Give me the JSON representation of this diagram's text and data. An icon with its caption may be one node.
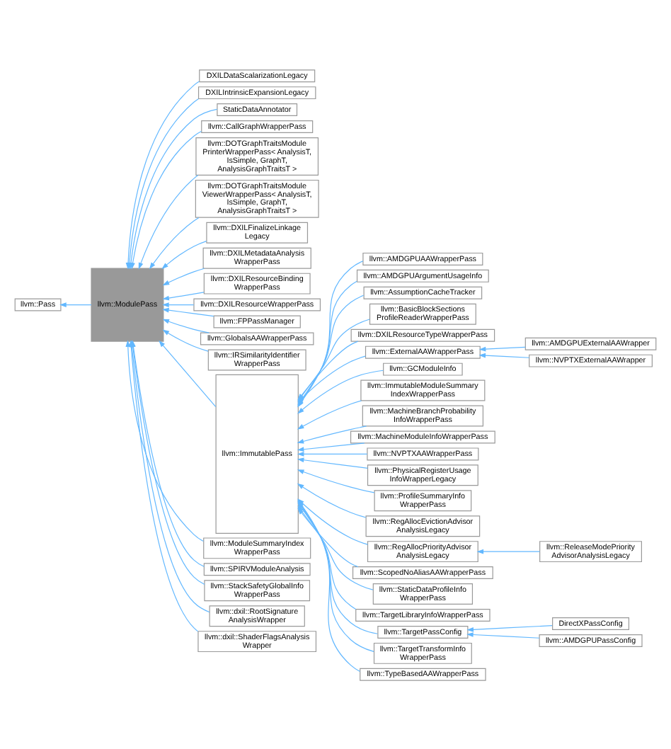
{
  "diagram": {
    "nodes": [
      {
        "text": [
          "llvm::Pass"
        ]
      },
      {
        "text": [
          "llvm::ModulePass"
        ]
      },
      {
        "text": [
          "DXILDataScalarizationLegacy"
        ]
      },
      {
        "text": [
          "DXILIntrinsicExpansionLegacy"
        ]
      },
      {
        "text": [
          "StaticDataAnnotator"
        ]
      },
      {
        "text": [
          "llvm::CallGraphWrapperPass"
        ]
      },
      {
        "text": [
          "llvm::DOTGraphTraitsModule PrinterWrapperPass< AnalysisT, IsSimple, GraphT, AnalysisGraphTraitsT >"
        ]
      },
      {
        "text": [
          "llvm::DOTGraphTraitsModule ViewerWrapperPass< AnalysisT, IsSimple, GraphT, AnalysisGraphTraitsT >"
        ]
      },
      {
        "text": [
          "llvm::DXILFinalizeLinkage Legacy"
        ]
      },
      {
        "text": [
          "llvm::DXILMetadataAnalysis WrapperPass"
        ]
      },
      {
        "text": [
          "llvm::DXILResourceBinding WrapperPass"
        ]
      },
      {
        "text": [
          "llvm::DXILResourceWrapperPass"
        ]
      },
      {
        "text": [
          "llvm::FPPassManager"
        ]
      },
      {
        "text": [
          "llvm::GlobalsAAWrapperPass"
        ]
      },
      {
        "text": [
          "llvm::IRSimilarityIdentifier WrapperPass"
        ]
      },
      {
        "text": [
          "llvm::ImmutablePass"
        ]
      },
      {
        "text": [
          "llvm::ModuleSummaryIndex WrapperPass"
        ]
      },
      {
        "text": [
          "llvm::SPIRVModuleAnalysis"
        ]
      },
      {
        "text": [
          "llvm::StackSafetyGlobalInfo WrapperPass"
        ]
      },
      {
        "text": [
          "llvm::dxil::RootSignature AnalysisWrapper"
        ]
      },
      {
        "text": [
          "llvm::dxil::ShaderFlagsAnalysis Wrapper"
        ]
      },
      {
        "text": [
          "llvm::AMDGPUAAWrapperPass"
        ]
      },
      {
        "text": [
          "llvm::AMDGPUArgumentUsageInfo"
        ]
      },
      {
        "text": [
          "llvm::AssumptionCacheTracker"
        ]
      },
      {
        "text": [
          "llvm::BasicBlockSections ProfileReaderWrapperPass"
        ]
      },
      {
        "text": [
          "llvm::DXILResourceTypeWrapperPass"
        ]
      },
      {
        "text": [
          "llvm::ExternalAAWrapperPass"
        ]
      },
      {
        "text": [
          "llvm::GCModuleInfo"
        ]
      },
      {
        "text": [
          "llvm::ImmutableModuleSummary IndexWrapperPass"
        ]
      },
      {
        "text": [
          "llvm::MachineBranchProbability InfoWrapperPass"
        ]
      },
      {
        "text": [
          "llvm::MachineModuleInfoWrapperPass"
        ]
      },
      {
        "text": [
          "llvm::NVPTXAAWrapperPass"
        ]
      },
      {
        "text": [
          "llvm::PhysicalRegisterUsage InfoWrapperLegacy"
        ]
      },
      {
        "text": [
          "llvm::ProfileSummaryInfo WrapperPass"
        ]
      },
      {
        "text": [
          "llvm::RegAllocEvictionAdvisor AnalysisLegacy"
        ]
      },
      {
        "text": [
          "llvm::RegAllocPriorityAdvisor AnalysisLegacy"
        ]
      },
      {
        "text": [
          "llvm::ScopedNoAliasAAWrapperPass"
        ]
      },
      {
        "text": [
          "llvm::StaticDataProfileInfo WrapperPass"
        ]
      },
      {
        "text": [
          "llvm::TargetLibraryInfoWrapperPass"
        ]
      },
      {
        "text": [
          "llvm::TargetPassConfig"
        ]
      },
      {
        "text": [
          "llvm::TargetTransformInfo WrapperPass"
        ]
      },
      {
        "text": [
          "llvm::TypeBasedAAWrapperPass"
        ]
      },
      {
        "text": [
          "llvm::AMDGPUExternalAAWrapper"
        ]
      },
      {
        "text": [
          "llvm::NVPTXExternalAAWrapper"
        ]
      },
      {
        "text": [
          "llvm::ReleaseModePriority AdvisorAnalysisLegacy"
        ]
      },
      {
        "text": [
          "DirectXPassConfig"
        ]
      },
      {
        "text": [
          "llvm::AMDGPUPassConfig"
        ]
      }
    ],
    "edges": [
      {
        "from": 1,
        "to": 0,
        "arrow": "to"
      },
      {
        "from": 2,
        "to": 1,
        "arrow": "to"
      },
      {
        "from": 3,
        "to": 1,
        "arrow": "to"
      },
      {
        "from": 4,
        "to": 1,
        "arrow": "to"
      },
      {
        "from": 5,
        "to": 1,
        "arrow": "to"
      },
      {
        "from": 6,
        "to": 1,
        "arrow": "to"
      },
      {
        "from": 7,
        "to": 1,
        "arrow": "to"
      },
      {
        "from": 8,
        "to": 1,
        "arrow": "to"
      },
      {
        "from": 9,
        "to": 1,
        "arrow": "to"
      },
      {
        "from": 10,
        "to": 1,
        "arrow": "to"
      },
      {
        "from": 11,
        "to": 1,
        "arrow": "to"
      },
      {
        "from": 12,
        "to": 1,
        "arrow": "to"
      },
      {
        "from": 13,
        "to": 1,
        "arrow": "to"
      },
      {
        "from": 14,
        "to": 1,
        "arrow": "to"
      },
      {
        "from": 15,
        "to": 1,
        "arrow": "to"
      },
      {
        "from": 16,
        "to": 1,
        "arrow": "to"
      },
      {
        "from": 17,
        "to": 1,
        "arrow": "to"
      },
      {
        "from": 18,
        "to": 1,
        "arrow": "to"
      },
      {
        "from": 19,
        "to": 1,
        "arrow": "to"
      },
      {
        "from": 20,
        "to": 1,
        "arrow": "to"
      },
      {
        "from": 21,
        "to": 15,
        "arrow": "to"
      },
      {
        "from": 22,
        "to": 15,
        "arrow": "to"
      },
      {
        "from": 23,
        "to": 15,
        "arrow": "to"
      },
      {
        "from": 24,
        "to": 15,
        "arrow": "to"
      },
      {
        "from": 25,
        "to": 15,
        "arrow": "to"
      },
      {
        "from": 26,
        "to": 15,
        "arrow": "to"
      },
      {
        "from": 27,
        "to": 15,
        "arrow": "to"
      },
      {
        "from": 28,
        "to": 15,
        "arrow": "to"
      },
      {
        "from": 29,
        "to": 15,
        "arrow": "to"
      },
      {
        "from": 30,
        "to": 15,
        "arrow": "to"
      },
      {
        "from": 31,
        "to": 15,
        "arrow": "to"
      },
      {
        "from": 32,
        "to": 15,
        "arrow": "to"
      },
      {
        "from": 33,
        "to": 15,
        "arrow": "to"
      },
      {
        "from": 34,
        "to": 15,
        "arrow": "to"
      },
      {
        "from": 35,
        "to": 15,
        "arrow": "to"
      },
      {
        "from": 36,
        "to": 15,
        "arrow": "to"
      },
      {
        "from": 37,
        "to": 15,
        "arrow": "to"
      },
      {
        "from": 38,
        "to": 15,
        "arrow": "to"
      },
      {
        "from": 39,
        "to": 15,
        "arrow": "to"
      },
      {
        "from": 40,
        "to": 15,
        "arrow": "to"
      },
      {
        "from": 41,
        "to": 15,
        "arrow": "to"
      },
      {
        "from": 42,
        "to": 26,
        "arrow": "to"
      },
      {
        "from": 43,
        "to": 26,
        "arrow": "to"
      },
      {
        "from": 44,
        "to": 35,
        "arrow": "to"
      },
      {
        "from": 45,
        "to": 39,
        "arrow": "to"
      },
      {
        "from": 46,
        "to": 39,
        "arrow": "to"
      }
    ]
  }
}
